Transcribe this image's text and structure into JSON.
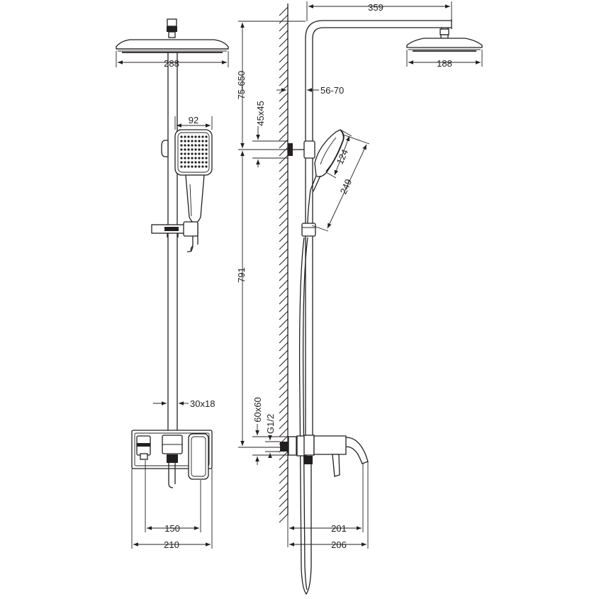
{
  "front_view": {
    "head_width": "288",
    "handshower_width": "92",
    "rail_section": "30x18",
    "mount_spacing": "150",
    "overall_width": "210"
  },
  "side_view": {
    "arm_length": "359",
    "head_diameter": "188",
    "height_range": "75-650",
    "wall_offset": "56-70",
    "bracket_section": "45x45",
    "handshower_head": "124",
    "handshower_length": "249",
    "rail_height": "791",
    "mount_section": "60x60",
    "thread": "G1/2",
    "spout_reach_upper": "201",
    "spout_reach_lower": "206"
  }
}
